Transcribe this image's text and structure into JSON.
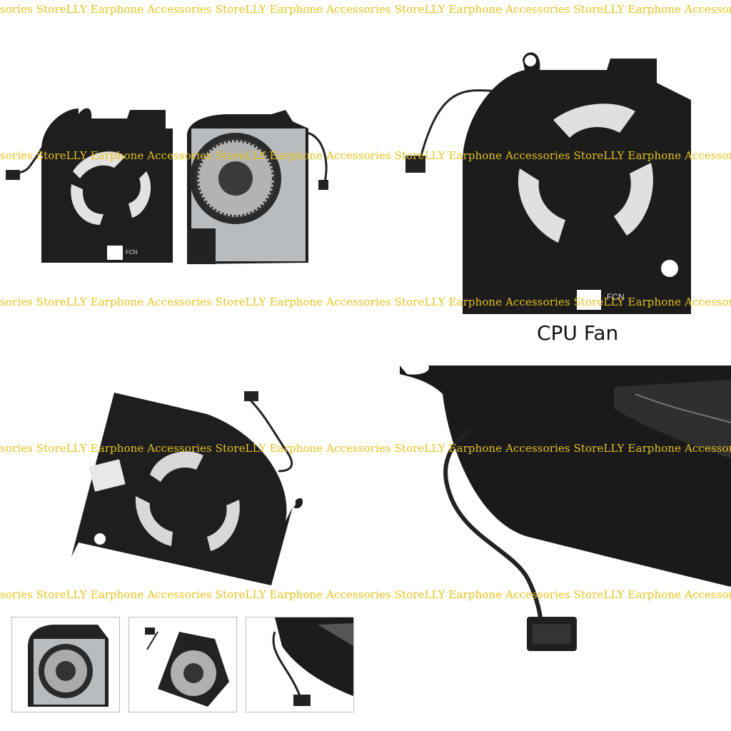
{
  "watermark": {
    "text": "LLY Earphone Accessories Store",
    "row_1": "sories StoreLLY Earphone Accessories StoreLLY Earphone Accessories StoreLLY Earphone Accessories StoreLLY Earphone Accessories Store",
    "row_2": "sories StoreLLY Earphone Accessories StoreLLY Earphone Accessories StoreLLY Earphone Accessories StoreLLY Earphone Accessories Store",
    "row_3": "sories StoreLLY Earphone Accessories StoreLLY Earphone Accessories StoreLLY Earphone Accessories StoreLLY Earphone Accessories Store",
    "row_4": "sories StoreLLY Earphone Accessories StoreLLY Earphone Accessories StoreLLY Earphone Accessories StoreLLY Earphone Accessories Store",
    "row_5": "sories StoreLLY Earphone Accessories StoreLLY Earphone Accessories StoreLLY Earphone Accessories StoreLLY Earphone Accessories Store"
  },
  "caption": "CPU Fan",
  "labels": {
    "brand": "FCN"
  },
  "colors": {
    "watermark": "#e8c21a",
    "fan_body": "#1c1c1c",
    "fan_blade": "#dcdcdc",
    "gpu_panel": "#b8bcbe"
  },
  "images": [
    {
      "name": "pair-of-fans-photo"
    },
    {
      "name": "cpu-fan-closeup-photo"
    },
    {
      "name": "fan-angled-photo"
    },
    {
      "name": "cable-connector-closeup-photo"
    },
    {
      "name": "thumbnail-gpu-fan"
    },
    {
      "name": "thumbnail-fan-angle"
    },
    {
      "name": "thumbnail-cable"
    }
  ]
}
